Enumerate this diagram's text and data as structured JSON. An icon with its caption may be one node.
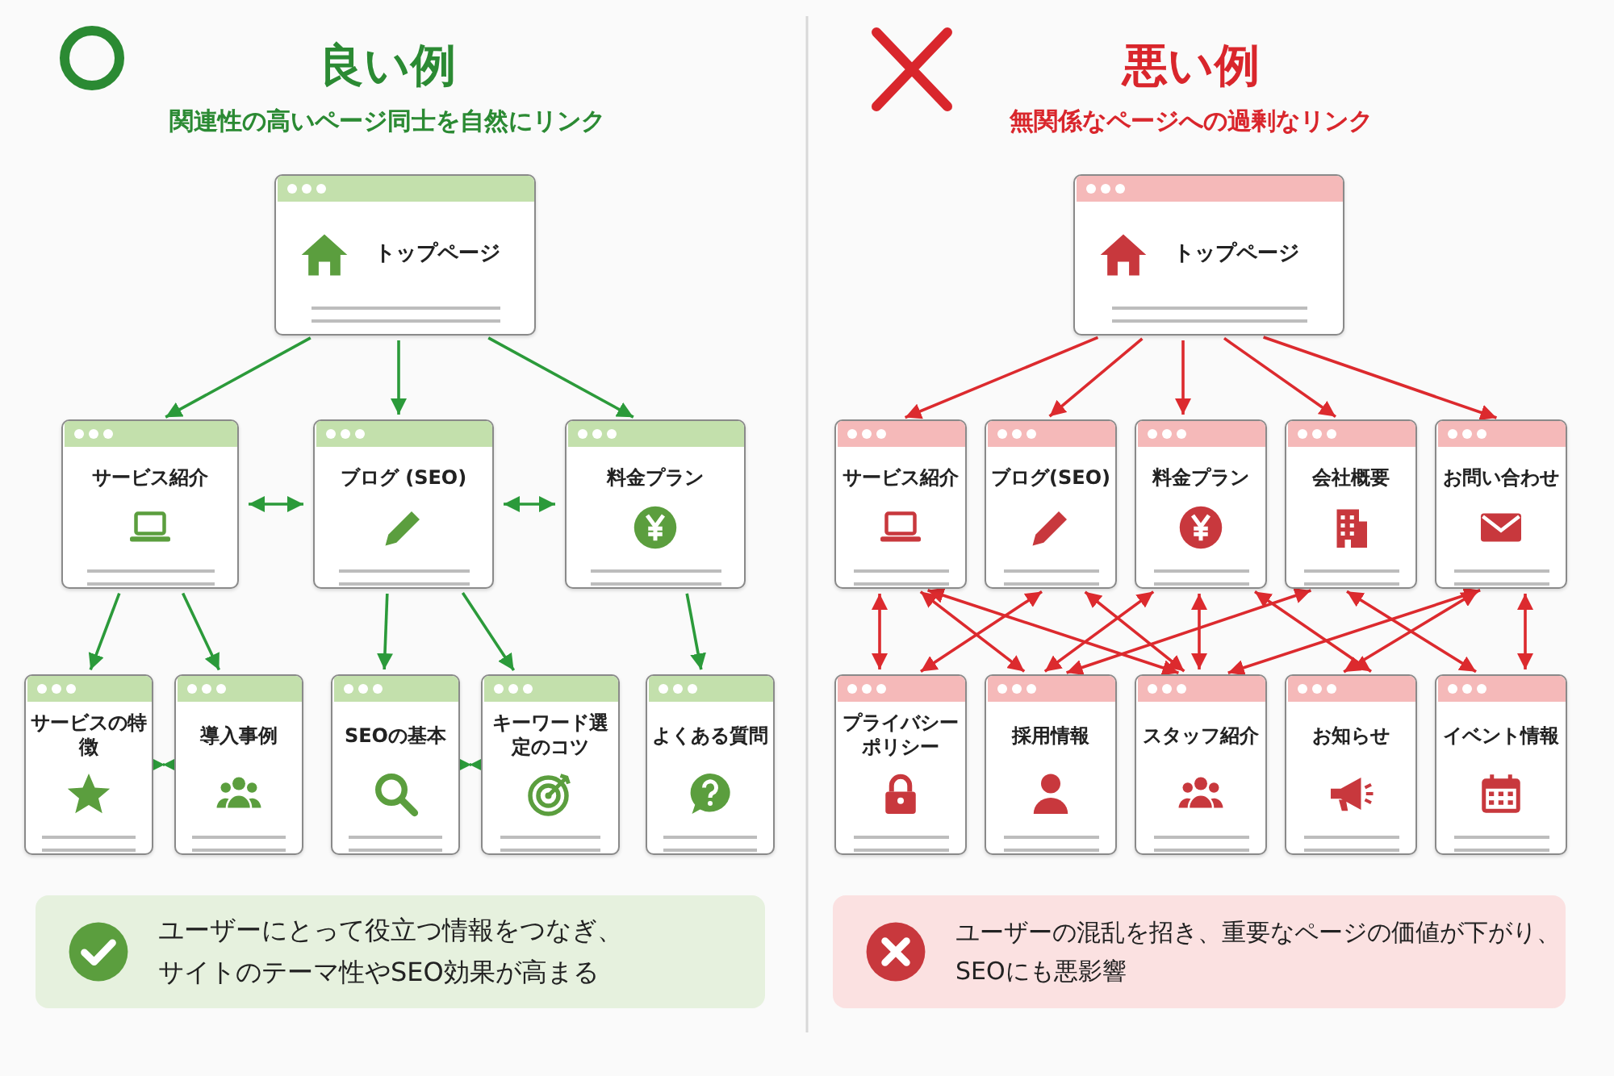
{
  "diagram": {
    "nodes": [
      {
        "text": [
          "トップページ"
        ]
      },
      {
        "text": [
          "サービス紹介"
        ]
      },
      {
        "text": [
          "ブログ (SEO)"
        ]
      },
      {
        "text": [
          "料金プラン"
        ]
      },
      {
        "text": [
          "サービスの特徴"
        ]
      },
      {
        "text": [
          "導入事例"
        ]
      },
      {
        "text": [
          "SEOの基本"
        ]
      },
      {
        "text": [
          "キーワード選定のコツ"
        ]
      },
      {
        "text": [
          "よくある質問"
        ]
      },
      {
        "text": [
          "ユーザーにとって役立つ情報をつなぎ、サイトのテーマ性やSEO効果が高まる"
        ]
      },
      {
        "text": [
          "トップページ"
        ]
      },
      {
        "text": [
          "サービス紹介"
        ]
      },
      {
        "text": [
          "ブログ(SEO)"
        ]
      },
      {
        "text": [
          "料金プラン"
        ]
      },
      {
        "text": [
          "会社概要"
        ]
      },
      {
        "text": [
          "お問い合わせ"
        ]
      },
      {
        "text": [
          "プライバシーポリシー"
        ]
      },
      {
        "text": [
          "採用情報"
        ]
      },
      {
        "text": [
          "スタッフ紹介"
        ]
      },
      {
        "text": [
          "お知らせ"
        ]
      },
      {
        "text": [
          "イベント情報"
        ]
      },
      {
        "text": [
          "ユーザーの混乱を招き、重要なページの価値が下がり、SEOにも悪影響"
        ]
      }
    ],
    "edges": [
      {
        "from": 0,
        "to": 1,
        "arrow": "to",
        "color": "#2b9a3a"
      },
      {
        "from": 0,
        "to": 2,
        "arrow": "to",
        "color": "#2b9a3a"
      },
      {
        "from": 0,
        "to": 3,
        "arrow": "to",
        "color": "#2b9a3a"
      },
      {
        "from": 1,
        "to": 2,
        "arrow": "both",
        "color": "#2b9a3a"
      },
      {
        "from": 2,
        "to": 3,
        "arrow": "both",
        "color": "#2b9a3a"
      },
      {
        "from": 1,
        "to": 4,
        "arrow": "to",
        "color": "#2b9a3a"
      },
      {
        "from": 1,
        "to": 5,
        "arrow": "to",
        "color": "#2b9a3a"
      },
      {
        "from": 2,
        "to": 6,
        "arrow": "to",
        "color": "#2b9a3a"
      },
      {
        "from": 2,
        "to": 7,
        "arrow": "to",
        "color": "#2b9a3a"
      },
      {
        "from": 3,
        "to": 8,
        "arrow": "to",
        "color": "#2b9a3a"
      },
      {
        "from": 4,
        "to": 5,
        "arrow": "both",
        "color": "#2b9a3a"
      },
      {
        "from": 6,
        "to": 7,
        "arrow": "both",
        "color": "#2b9a3a"
      },
      {
        "from": 10,
        "to": 11,
        "arrow": "to"
      },
      {
        "from": 10,
        "to": 12,
        "arrow": "to"
      },
      {
        "from": 10,
        "to": 13,
        "arrow": "to"
      },
      {
        "from": 10,
        "to": 14,
        "arrow": "to"
      },
      {
        "from": 10,
        "to": 15,
        "arrow": "to"
      },
      {
        "from": 11,
        "to": 16,
        "arrow": "both"
      },
      {
        "from": 11,
        "to": 17,
        "arrow": "both"
      },
      {
        "from": 11,
        "to": 18,
        "arrow": "both"
      },
      {
        "from": 12,
        "to": 16,
        "arrow": "both"
      },
      {
        "from": 12,
        "to": 18,
        "arrow": "both"
      },
      {
        "from": 13,
        "to": 17,
        "arrow": "both"
      },
      {
        "from": 13,
        "to": 18,
        "arrow": "both"
      },
      {
        "from": 13,
        "to": 19,
        "arrow": "both"
      },
      {
        "from": 14,
        "to": 17,
        "arrow": "both"
      },
      {
        "from": 14,
        "to": 20,
        "arrow": "both"
      },
      {
        "from": 15,
        "to": 18,
        "arrow": "both"
      },
      {
        "from": 15,
        "to": 19,
        "arrow": "both"
      },
      {
        "from": 15,
        "to": 20,
        "arrow": "both"
      }
    ],
    "labels": [
      "良い例",
      "関連性の高いページ同士を自然にリンク",
      "悪い例",
      "無関係なページへの過剰なリンク"
    ]
  }
}
